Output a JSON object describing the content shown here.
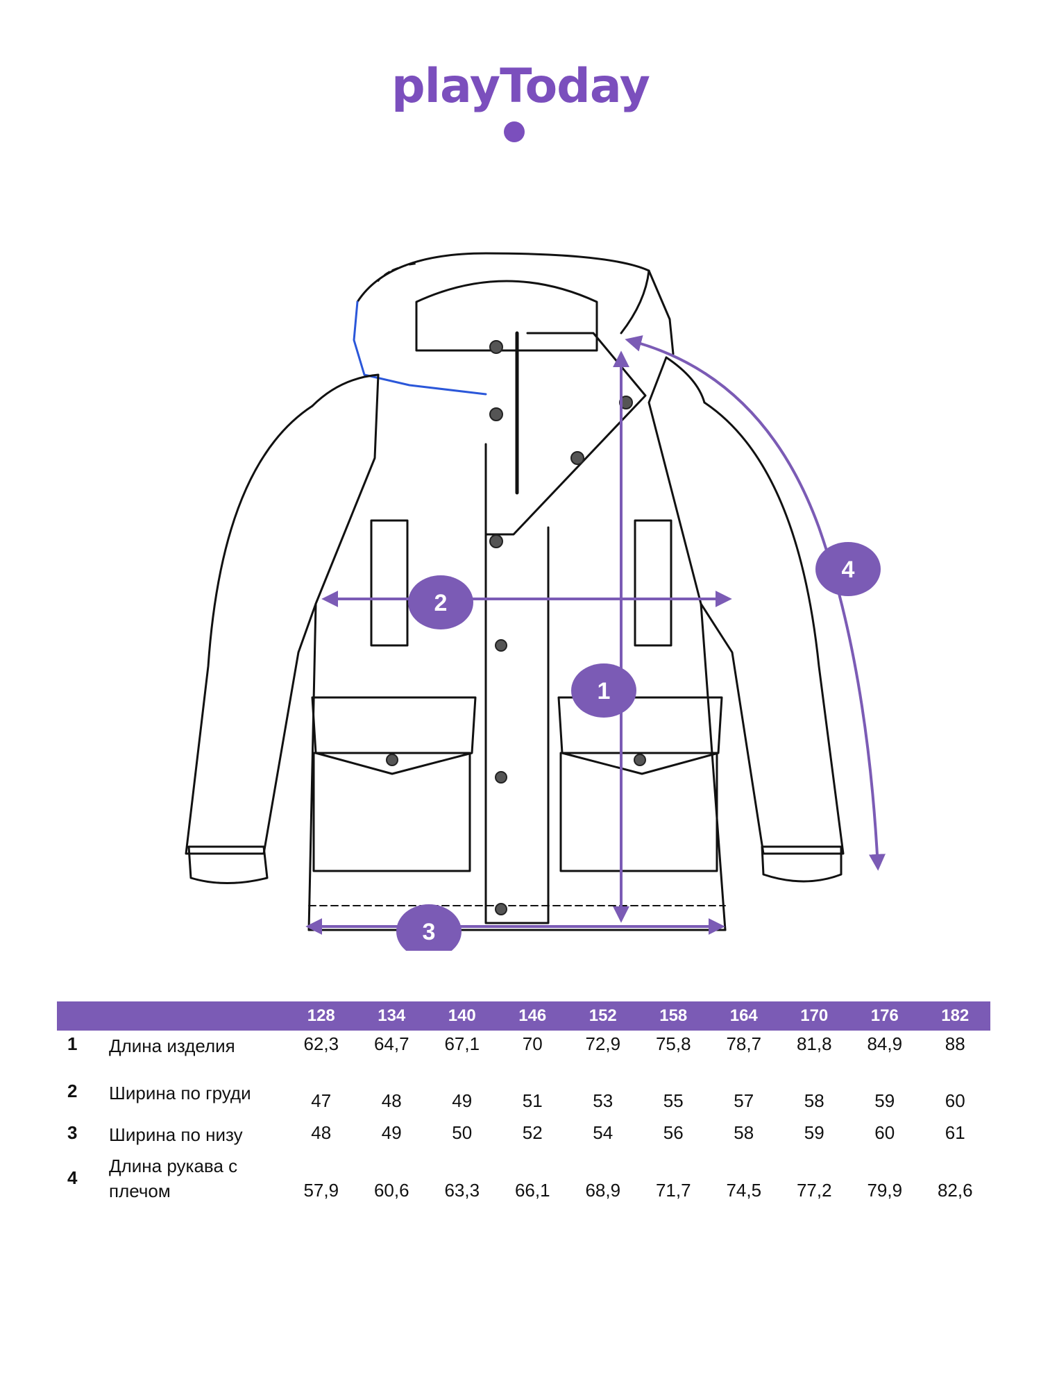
{
  "brand": {
    "logo_text": "playToday",
    "color": "#7b4fbd"
  },
  "markers": [
    "1",
    "2",
    "3",
    "4"
  ],
  "table": {
    "sizes": [
      "128",
      "134",
      "140",
      "146",
      "152",
      "158",
      "164",
      "170",
      "176",
      "182"
    ],
    "rows": [
      {
        "num": "1",
        "label": "Длина изделия",
        "values": [
          "62,3",
          "64,7",
          "67,1",
          "70",
          "72,9",
          "75,8",
          "78,7",
          "81,8",
          "84,9",
          "88"
        ]
      },
      {
        "num": "2",
        "label": "Ширина по груди",
        "values": [
          "47",
          "48",
          "49",
          "51",
          "53",
          "55",
          "57",
          "58",
          "59",
          "60"
        ]
      },
      {
        "num": "3",
        "label": "Ширина по низу",
        "values": [
          "48",
          "49",
          "50",
          "52",
          "54",
          "56",
          "58",
          "59",
          "60",
          "61"
        ]
      },
      {
        "num": "4",
        "label": "Длина рукава с плечом",
        "values": [
          "57,9",
          "60,6",
          "63,3",
          "66,1",
          "68,9",
          "71,7",
          "74,5",
          "77,2",
          "79,9",
          "82,6"
        ]
      }
    ]
  }
}
